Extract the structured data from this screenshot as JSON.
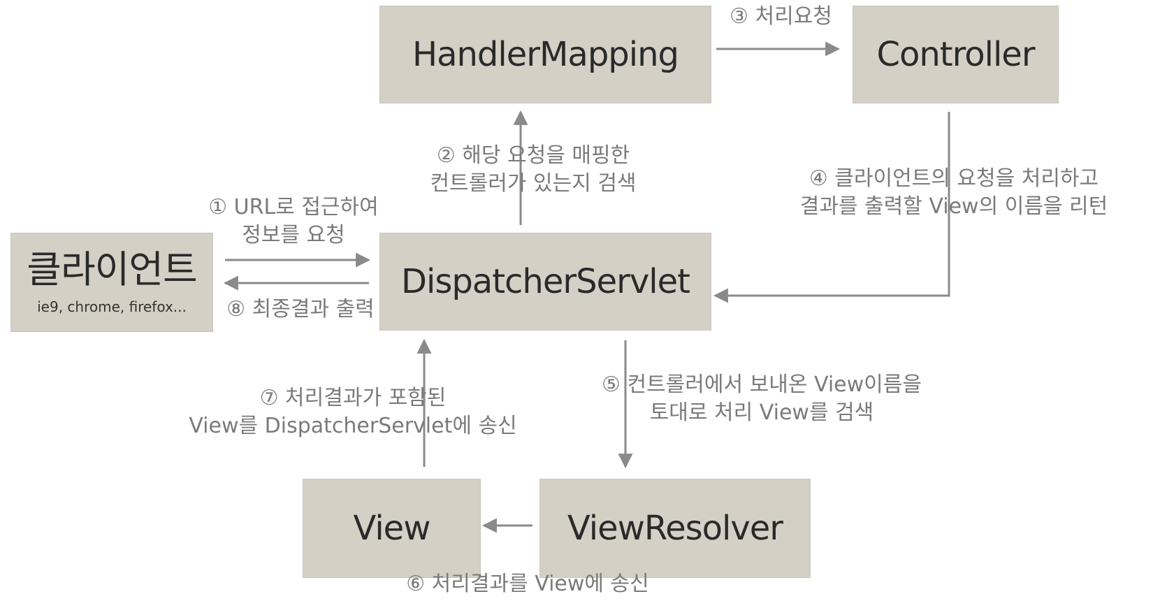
{
  "colors": {
    "box_fill": "#d4d0c6",
    "arrow": "#8a8a8a",
    "label_text": "#7a7a7a",
    "box_text": "#2a2a2a"
  },
  "nodes": {
    "handler_mapping": "HandlerMapping",
    "controller": "Controller",
    "client": {
      "title": "클라이언트",
      "subtitle": "ie9, chrome, firefox..."
    },
    "dispatcher_servlet": "DispatcherServlet",
    "view": "View",
    "view_resolver": "ViewResolver"
  },
  "steps": {
    "step1": [
      "① URL로 접근하여",
      "정보를 요청"
    ],
    "step2": [
      "② 해당 요청을 매핑한",
      "컨트롤러가 있는지 검색"
    ],
    "step3": [
      "③ 처리요청"
    ],
    "step4": [
      "④ 클라이언트의 요청을 처리하고",
      "결과를 출력할 View의 이름을 리턴"
    ],
    "step5": [
      "⑤ 컨트롤러에서 보내온 View이름을",
      "토대로 처리 View를 검색"
    ],
    "step6": [
      "⑥ 처리결과를 View에 송신"
    ],
    "step7": [
      "⑦ 처리결과가 포함된",
      "View를 DispatcherServlet에 송신"
    ],
    "step8": [
      "⑧ 최종결과 출력"
    ]
  }
}
